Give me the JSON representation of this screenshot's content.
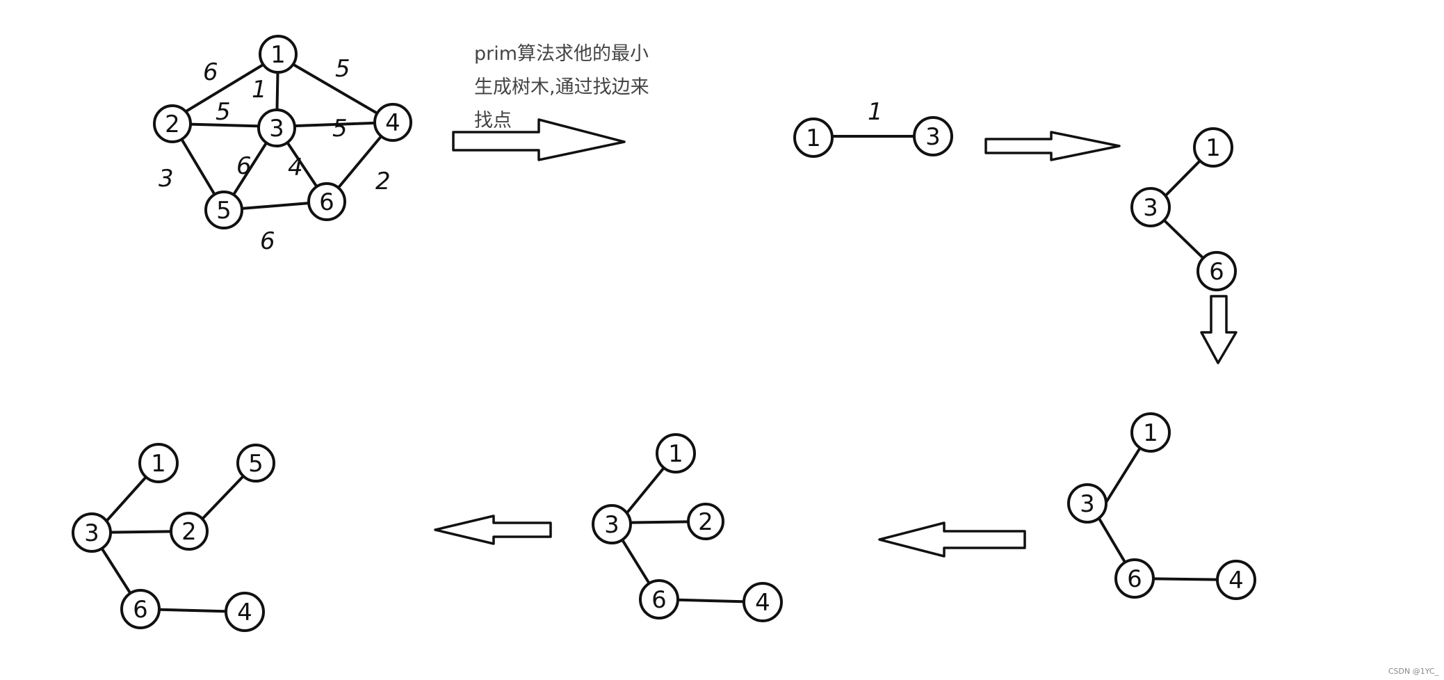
{
  "caption": {
    "line1": "prim算法求他的最小",
    "line2": "生成树木,通过找边来",
    "line3": "找点"
  },
  "watermark": "CSDN @1YC_",
  "colors": {
    "ink": "#111111",
    "background": "#ffffff",
    "caption_text": "#444444"
  },
  "original_graph": {
    "nodes": [
      "1",
      "2",
      "3",
      "4",
      "5",
      "6"
    ],
    "edges": [
      {
        "from": "1",
        "to": "2",
        "weight": "6"
      },
      {
        "from": "1",
        "to": "3",
        "weight": "1"
      },
      {
        "from": "1",
        "to": "4",
        "weight": "5"
      },
      {
        "from": "2",
        "to": "3",
        "weight": "5"
      },
      {
        "from": "3",
        "to": "4",
        "weight": "5"
      },
      {
        "from": "2",
        "to": "5",
        "weight": "3"
      },
      {
        "from": "3",
        "to": "5",
        "weight": "6"
      },
      {
        "from": "3",
        "to": "6",
        "weight": "4"
      },
      {
        "from": "4",
        "to": "6",
        "weight": "2"
      },
      {
        "from": "5",
        "to": "6",
        "weight": "6"
      }
    ]
  },
  "steps": [
    {
      "nodes": [
        "1",
        "3"
      ],
      "edges": [
        [
          "1",
          "3"
        ]
      ],
      "edge_label": "1"
    },
    {
      "nodes": [
        "1",
        "3",
        "6"
      ],
      "edges": [
        [
          "1",
          "3"
        ],
        [
          "3",
          "6"
        ]
      ]
    },
    {
      "nodes": [
        "1",
        "3",
        "6",
        "4"
      ],
      "edges": [
        [
          "1",
          "3"
        ],
        [
          "3",
          "6"
        ],
        [
          "6",
          "4"
        ]
      ]
    },
    {
      "nodes": [
        "1",
        "3",
        "2",
        "6",
        "4"
      ],
      "edges": [
        [
          "1",
          "3"
        ],
        [
          "3",
          "2"
        ],
        [
          "3",
          "6"
        ],
        [
          "6",
          "4"
        ]
      ]
    },
    {
      "nodes": [
        "1",
        "5",
        "3",
        "2",
        "6",
        "4"
      ],
      "edges": [
        [
          "1",
          "3"
        ],
        [
          "5",
          "2"
        ],
        [
          "3",
          "2"
        ],
        [
          "3",
          "6"
        ],
        [
          "6",
          "4"
        ]
      ]
    }
  ],
  "icons": [
    "arrow-right-icon",
    "arrow-right-icon",
    "arrow-down-icon",
    "arrow-left-icon",
    "arrow-left-icon"
  ]
}
